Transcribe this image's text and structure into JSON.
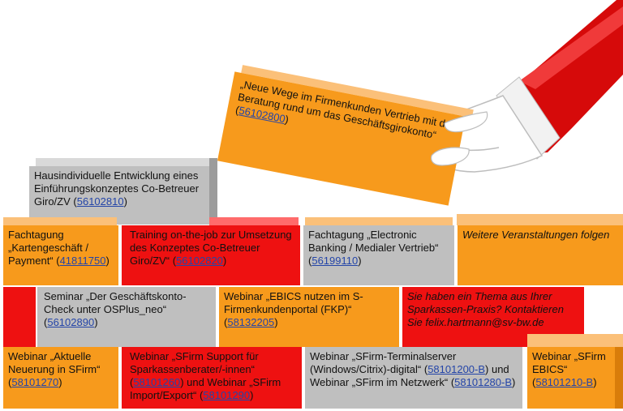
{
  "colors": {
    "orange": "#f79a1c",
    "red": "#ee1111",
    "gray": "#bfbfbf",
    "code_link": "#2445a8"
  },
  "icons": {
    "hand": "hand-placing-brick-icon"
  },
  "hand_brick": {
    "text": "„Neue Wege im Firmenkunden Vertrieb mit der Beratung rund um das Geschäftsgirokonto“ (",
    "code": "56102800",
    "suffix": ")"
  },
  "bricks": {
    "hausindividuelle": {
      "text": "Hausindividuelle Entwicklung eines Einführungskonzeptes Co-Betreuer Giro/ZV (",
      "code": "56102810",
      "suffix": ")"
    },
    "kartengeschaeft": {
      "text": "Fachtagung „Kartengeschäft / Payment“ (",
      "code": "41811750",
      "suffix": ")"
    },
    "training": {
      "text": "Training on-the-job zur Umsetzung des Konzeptes Co-Betreuer Giro/ZV“ (",
      "code": "56102820",
      "suffix": ")"
    },
    "electronic": {
      "text": "Fachtagung „Electronic Banking / Medialer Vertrieb“ (",
      "code": "56199110",
      "suffix": ")"
    },
    "weitere": {
      "text": "Weitere Veranstaltungen folgen"
    },
    "seminar": {
      "text": "Seminar „Der Geschäftskonto-Check unter OSPlus_neo“ (",
      "code": "56102890",
      "suffix": ")"
    },
    "ebics_webinar": {
      "text": "Webinar „EBICS nutzen im S-Firmenkundenportal (FKP)“ (",
      "code": "58132205",
      "suffix": ")"
    },
    "thema": {
      "text": "Sie haben ein Thema aus Ihrer Sparkassen-Praxis? Kontaktieren Sie felix.hartmann@sv-bw.de"
    },
    "aktuelle": {
      "text": "Webinar „Aktuelle Neuerung in SFirm“ (",
      "code": "58101270",
      "suffix": ")"
    },
    "support": {
      "text": "Webinar „SFirm Support für Sparkassenberater/-innen“ (",
      "code1": "58101260",
      "middle": ") und Webinar „SFirm Import/Export“ (",
      "code2": "58101290",
      "suffix": ")"
    },
    "terminalserver": {
      "text": "Webinar „SFirm-Terminalserver (Windows/Citrix)-digital“ (",
      "code1": "58101200-B",
      "middle": ") und Webinar „SFirm im Netzwerk“ (",
      "code2": "58101280-B",
      "suffix": ")"
    },
    "sfirm_ebics": {
      "text": "Webinar „SFirm EBICS“ (",
      "code": "58101210-B",
      "suffix": ")"
    }
  }
}
